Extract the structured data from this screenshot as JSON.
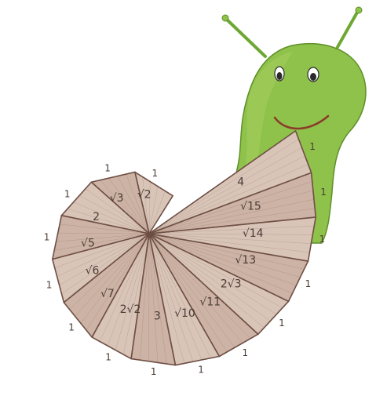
{
  "spiral": {
    "hypotenuse_labels": [
      "√2",
      "√3",
      "2",
      "√5",
      "√6",
      "√7",
      "2√2",
      "3",
      "√10",
      "√11",
      "2√3",
      "√13",
      "√14",
      "√15",
      "4"
    ],
    "outer_side_label": "1",
    "outer_side_count": 15
  },
  "colors": {
    "wedge_fill": "#d9c4b8",
    "wedge_fill_alt": "#cdb3a5",
    "ray_stroke": "#6e4f44",
    "snail_body": "#8fc24a",
    "snail_shadow": "#6ea832",
    "ink": "#3c2e2a"
  },
  "icons": [
    "snail-character",
    "antenna",
    "eye",
    "smile"
  ]
}
